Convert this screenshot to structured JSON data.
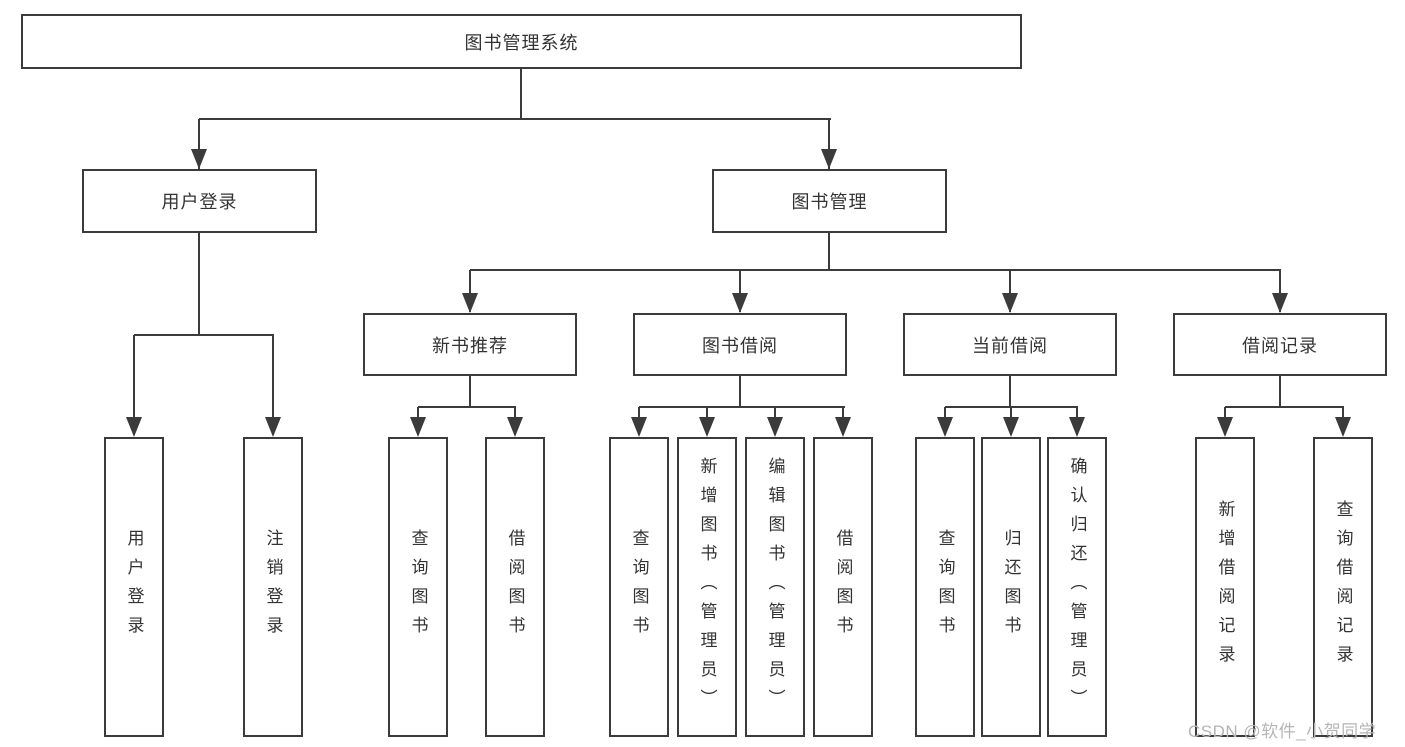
{
  "diagram": {
    "root": {
      "label": "图书管理系统"
    },
    "branches": [
      {
        "label": "用户登录",
        "children": [
          {
            "label": "用户登录"
          },
          {
            "label": "注销登录"
          }
        ]
      },
      {
        "label": "图书管理",
        "children": [
          {
            "label": "新书推荐",
            "children": [
              {
                "label": "查询图书"
              },
              {
                "label": "借阅图书"
              }
            ]
          },
          {
            "label": "图书借阅",
            "children": [
              {
                "label": "查询图书"
              },
              {
                "label": "新增图书（管理员）"
              },
              {
                "label": "编辑图书（管理员）"
              },
              {
                "label": "借阅图书"
              }
            ]
          },
          {
            "label": "当前借阅",
            "children": [
              {
                "label": "查询图书"
              },
              {
                "label": "归还图书"
              },
              {
                "label": "确认归还（管理员）"
              }
            ]
          },
          {
            "label": "借阅记录",
            "children": [
              {
                "label": "新增借阅记录"
              },
              {
                "label": "查询借阅记录"
              }
            ]
          }
        ]
      }
    ]
  },
  "watermark": {
    "text": "CSDN @软件_小贺同学"
  },
  "colors": {
    "line": "#3b3b3b",
    "box_border": "#3b3b3b",
    "text": "#333333",
    "watermark": "#b5b5b5",
    "background": "#ffffff"
  }
}
